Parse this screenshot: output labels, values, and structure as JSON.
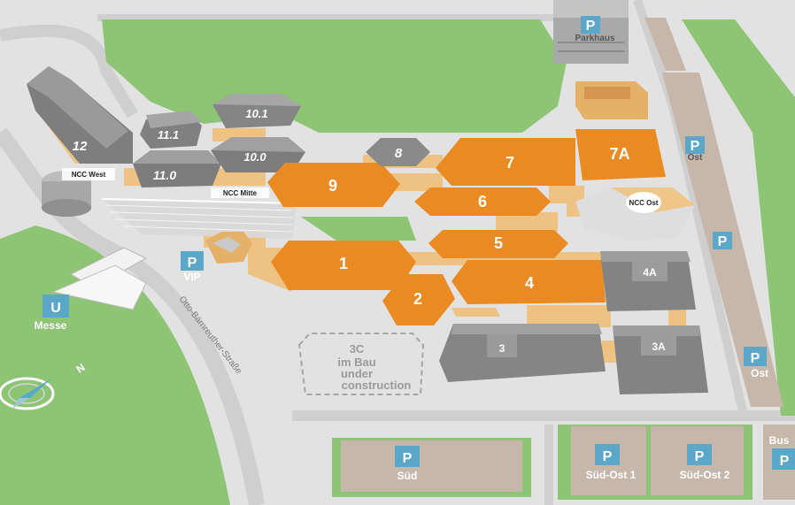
{
  "halls": {
    "h1": "1",
    "h2": "2",
    "h3": "3",
    "h3a": "3A",
    "h4": "4",
    "h4a": "4A",
    "h5": "5",
    "h6": "6",
    "h7": "7",
    "h7a": "7A",
    "h8": "8",
    "h9": "9",
    "h10_0": "10.0",
    "h10_1": "10.1",
    "h11_0": "11.0",
    "h11_1": "11.1",
    "h12": "12"
  },
  "ncc": {
    "west": "NCC West",
    "mitte": "NCC Mitte",
    "ost": "NCC Ost"
  },
  "construction": {
    "code": "3C",
    "line1": "im Bau",
    "line2": "under",
    "line3": "construction"
  },
  "parking": {
    "symbol": "P",
    "parkhaus": "Parkhaus",
    "ost": "Ost",
    "vip": "VIP",
    "sued": "Süd",
    "sued_ost_1": "Süd-Ost 1",
    "sued_ost_2": "Süd-Ost 2",
    "bus": "Bus"
  },
  "transit": {
    "symbol": "U",
    "station": "Messe"
  },
  "street": "Otto-Bärnreuther-Straße",
  "compass": {
    "north": "N"
  },
  "colors": {
    "hall_orange": "#e8821e",
    "hall_gray": "#858585",
    "connector": "#eec283",
    "grass": "#8dc474",
    "parking_blue": "#5aa7c9",
    "road": "#d6d6d6"
  }
}
